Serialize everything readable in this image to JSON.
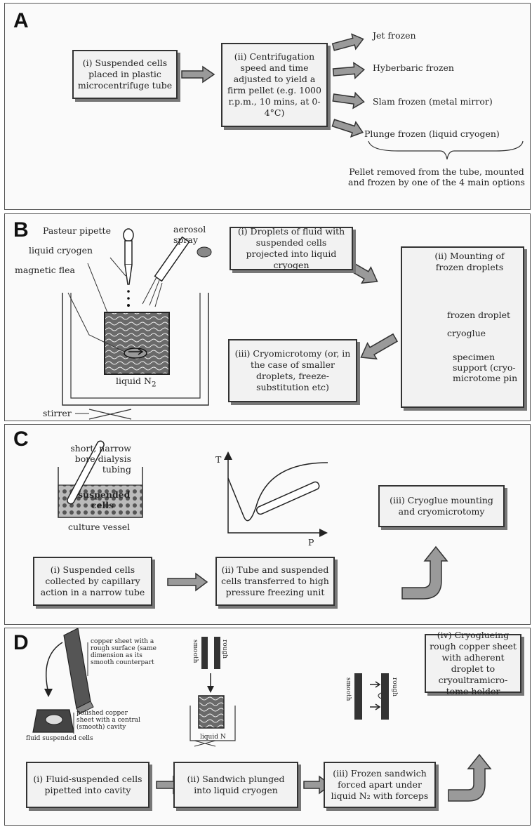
{
  "panel_a": {
    "label": "A",
    "box1": "(i) Suspended cells placed in plastic microcentrifuge tube",
    "box2": "(ii) Centrifugation speed and time adjusted to yield a firm pellet (e.g. 1000 r.p.m., 10 mins, at 0-4°C)",
    "options": [
      "Jet frozen",
      "Hyberbaric frozen",
      "Slam frozen (metal mirror)",
      "Plunge frozen (liquid cryogen)"
    ],
    "note": "Pellet removed from the tube, mounted and frozen by one of the 4 main options"
  },
  "panel_b": {
    "label": "B",
    "pasteur": "Pasteur pipette",
    "aerosol": "aerosol spray",
    "cryogen": "liquid cryogen",
    "flea": "magnetic flea",
    "ln2": "liquid N",
    "ln2_sub": "2",
    "stirrer": "stirrer",
    "box1": "(i) Droplets of fluid with suspended cells projected into liquid cryogen",
    "box2": "(ii) Mounting of frozen droplets",
    "frozen_droplet": "frozen droplet",
    "cryoglue": "cryoglue",
    "support": "specimen support (cryo-microtome pin",
    "box3": "(iii) Cryomicrotomy (or, in the case of smaller droplets, freeze-substitution etc)"
  },
  "panel_c": {
    "label": "C",
    "tubing": "short, narrow bore dialysis tubing",
    "suspended": "suspended cells",
    "vessel": "culture vessel",
    "axis_t": "T",
    "axis_p": "P",
    "box1": "(i) Suspended cells collected by capillary action in a narrow tube",
    "box2": "(ii) Tube and suspended cells transferred to high pressure freezing unit",
    "box3": "(iii) Cryoglue mounting and cryomicrotomy"
  },
  "panel_d": {
    "label": "D",
    "rough_note": "copper sheet with a rough surface (same dimension as its smooth counterpart",
    "polished_note": "polished copper sheet with a central (smooth) cavity",
    "fluid_cells": "fluid suspended cells",
    "smooth": "smooth",
    "rough": "rough",
    "liquid_n2": "liquid N",
    "box1": "(i) Fluid-suspended cells pipetted into cavity",
    "box2": "(ii) Sandwich plunged into liquid cryogen",
    "box3": "(iii) Frozen sandwich forced apart under liquid N₂ with forceps",
    "box4": "(iv) Cryoglueing rough copper sheet with adherent droplet to cryoultramicro-tome holder"
  },
  "colors": {
    "arrow_fill": "#9a9a9a",
    "arrow_stroke": "#333333",
    "box_shadow": "#777777"
  }
}
